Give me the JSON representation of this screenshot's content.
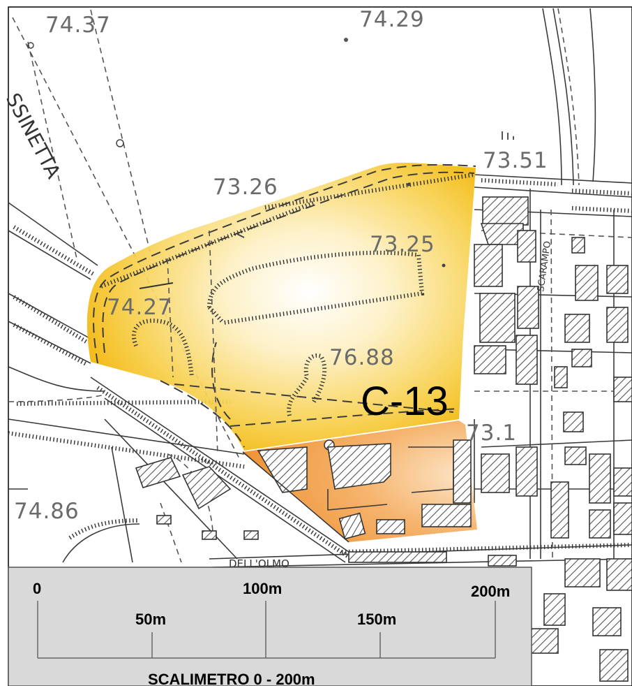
{
  "map": {
    "zone": {
      "code": "C-13",
      "fill_main": "#f4b400",
      "fill_sub": "#ef8c22"
    },
    "elevations": [
      {
        "id": "e1",
        "label": "74.37"
      },
      {
        "id": "e2",
        "label": "74.29"
      },
      {
        "id": "e3",
        "label": "73.51"
      },
      {
        "id": "e4",
        "label": "73.26"
      },
      {
        "id": "e5",
        "label": "73.25"
      },
      {
        "id": "e6",
        "label": "74.27"
      },
      {
        "id": "e7",
        "label": "76.88"
      },
      {
        "id": "e8",
        "label": "73.1"
      },
      {
        "id": "e9",
        "label": "74.86"
      }
    ],
    "street_labels": [
      {
        "id": "s1",
        "label": "SSINETTA"
      },
      {
        "id": "s2",
        "label": "SCARAMPO"
      },
      {
        "id": "s3",
        "label": "DELL'OLMO"
      }
    ]
  },
  "scalebar": {
    "title": "SCALIMETRO 0 - 200m",
    "ticks_top": [
      "0",
      "100m",
      "200m"
    ],
    "ticks_mid": [
      "50m",
      "150m"
    ],
    "background": "#d9d9d9"
  }
}
